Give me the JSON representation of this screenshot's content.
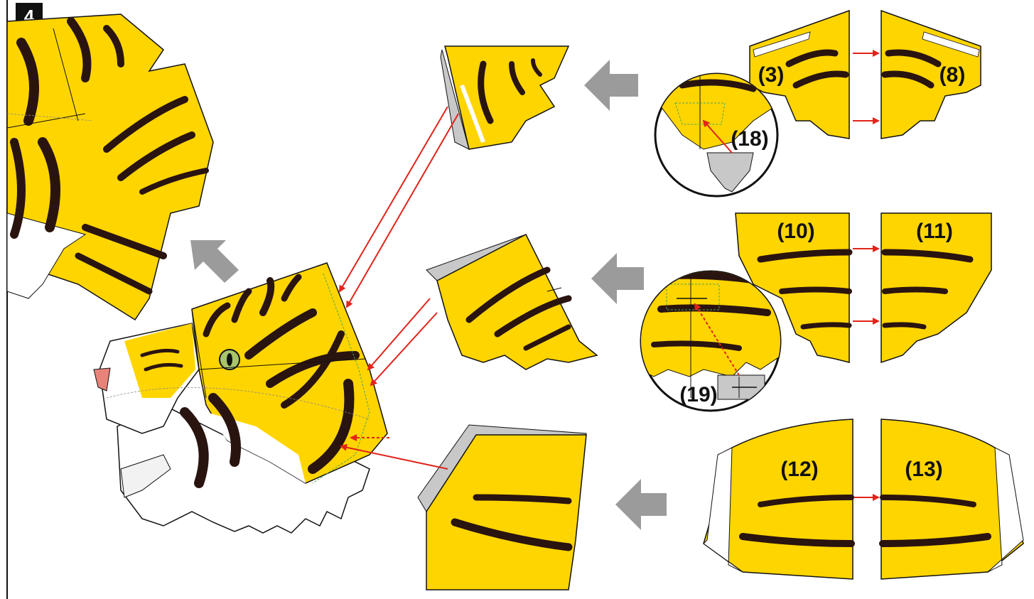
{
  "step": {
    "number": "4"
  },
  "parts": {
    "p3": "(3)",
    "p8": "(8)",
    "p18": "(18)",
    "p10": "(10)",
    "p11": "(11)",
    "p19": "(19)",
    "p12": "(12)",
    "p13": "(13)"
  },
  "colors": {
    "fur": "#ffd500",
    "stripe": "#2a1410",
    "fold": "#c8c8c8",
    "arrow_gray": "#9b9b9b",
    "arrow_red": "#e2231a",
    "outline": "#111111",
    "eye": "#a9c46a",
    "nose": "#e8837a"
  },
  "icons": [
    "step-badge-icon",
    "gray-direction-arrow-icon",
    "red-assembly-arrow-icon",
    "detail-magnifier-circle-icon"
  ]
}
